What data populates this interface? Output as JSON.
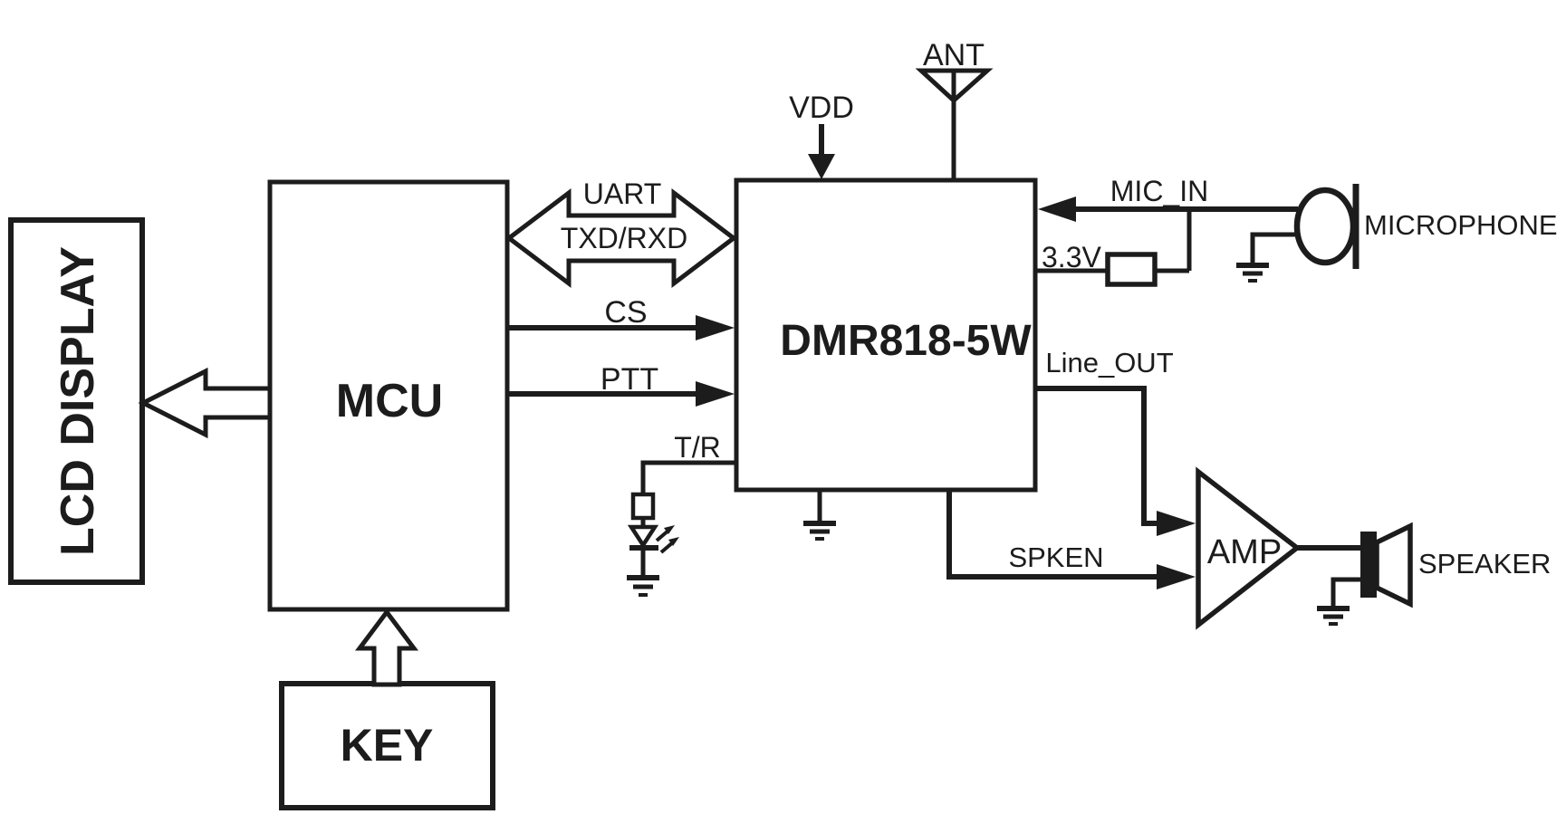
{
  "colors": {
    "ink": "#1c1c1c",
    "background": "#ffffff"
  },
  "blocks": {
    "lcd_display": {
      "label": "LCD DISPLAY"
    },
    "mcu": {
      "label": "MCU"
    },
    "key": {
      "label": "KEY"
    },
    "dmr_module": {
      "label": "DMR818-5W"
    },
    "amplifier": {
      "label": "AMP"
    }
  },
  "signals": {
    "uart": {
      "label": "UART"
    },
    "txd_rxd": {
      "label": "TXD/RXD"
    },
    "cs": {
      "label": "CS"
    },
    "ptt": {
      "label": "PTT"
    },
    "vdd": {
      "label": "VDD"
    },
    "ant": {
      "label": "ANT"
    },
    "t_r": {
      "label": "T/R"
    },
    "mic_in": {
      "label": "MIC_IN"
    },
    "supply_3v3": {
      "label": "3.3V"
    },
    "line_out": {
      "label": "Line_OUT"
    },
    "spken": {
      "label": "SPKEN"
    }
  },
  "peripherals": {
    "microphone": {
      "label": "MICROPHONE"
    },
    "speaker": {
      "label": "SPEAKER"
    }
  }
}
